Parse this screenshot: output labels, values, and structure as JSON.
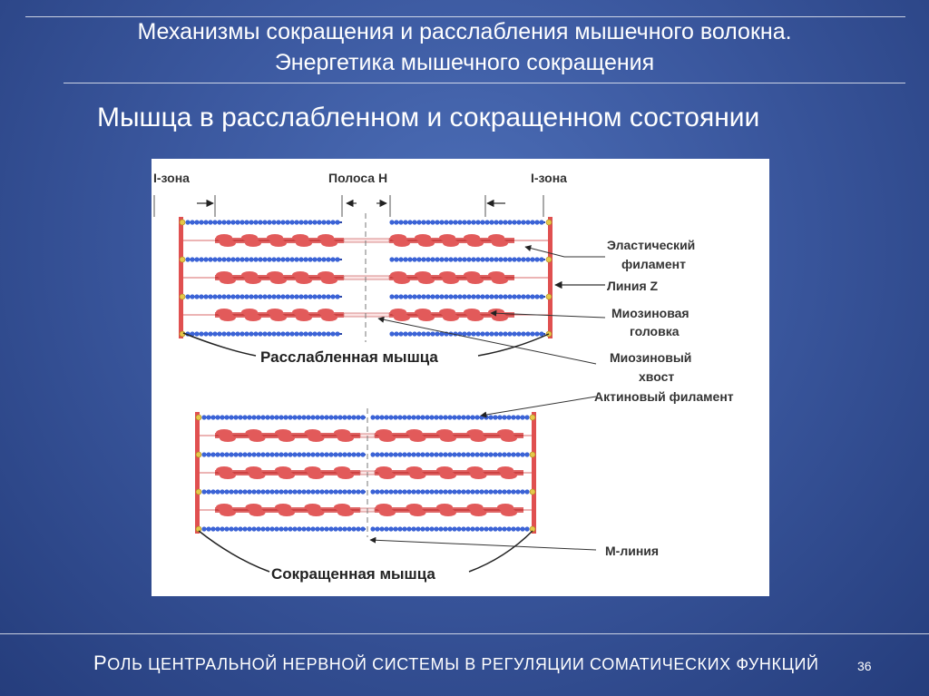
{
  "header": {
    "title_line1": "Механизмы сокращения и расслабления мышечного волокна.",
    "title_line2": "Энергетика мышечного сокращения"
  },
  "subtitle": "Мышца в расслабленном и сокращенном состоянии",
  "figure": {
    "label_i_zone_left": "I-зона",
    "label_h_band": "Полоса H",
    "label_i_zone_right": "I-зона",
    "label_elastic_1": "Эластический",
    "label_elastic_2": "филамент",
    "label_z_line": "Линия Z",
    "label_myosin_head_1": "Миозиновая",
    "label_myosin_head_2": "головка",
    "label_myosin_tail_1": "Миозиновый",
    "label_myosin_tail_2": "хвост",
    "label_actin": "Актиновый филамент",
    "label_m_line": "М-линия",
    "caption_relaxed": "Расслабленная мышца",
    "caption_contracted": "Сокращенная мышца"
  },
  "footer": {
    "first_letter": "Р",
    "text_rest": "оль центральной нервной системы в регуляции соматических функций",
    "page_number": "36"
  },
  "colors": {
    "actin": "#3b63d6",
    "myosin": "#d94a4a",
    "z_line": "#e05050",
    "z_dot": "#e6c84a"
  }
}
